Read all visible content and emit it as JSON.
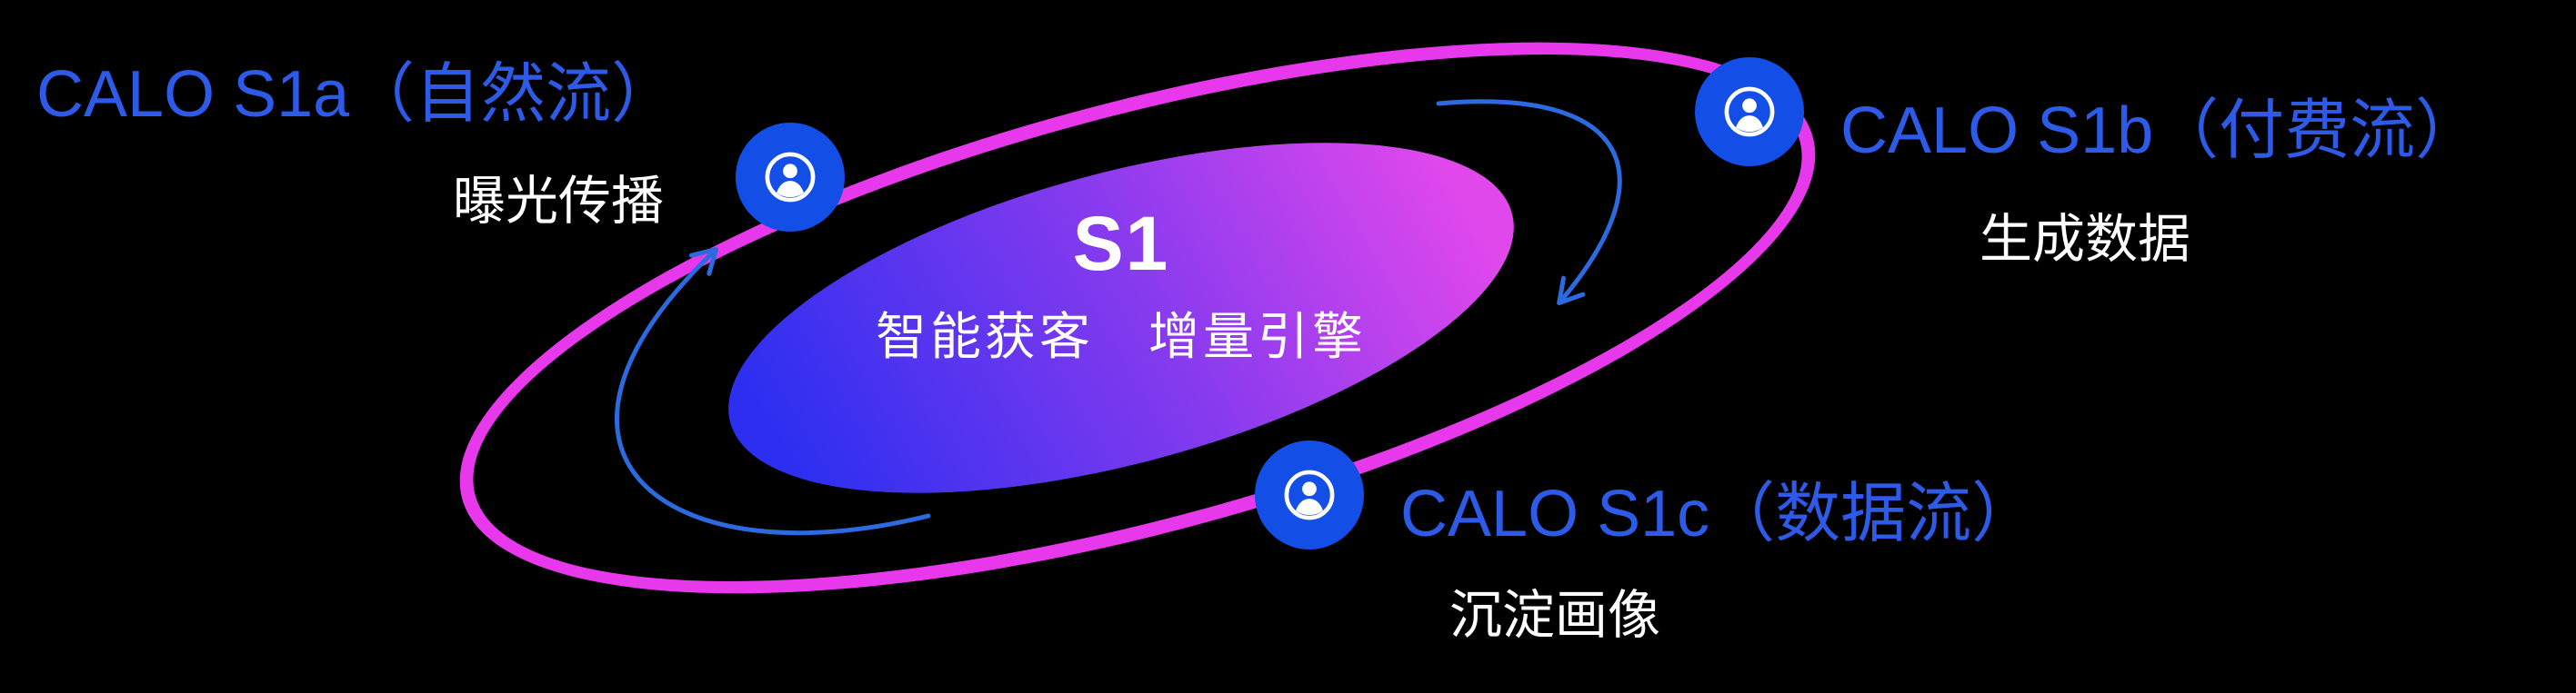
{
  "background_color": "#000000",
  "core": {
    "title": "S1",
    "subtitle": "智能获客　增量引擎"
  },
  "nodes": [
    {
      "id": "s1a",
      "title": "CALO S1a（自然流）",
      "subtitle": "曝光传播",
      "icon": "user-icon"
    },
    {
      "id": "s1b",
      "title": "CALO S1b（付费流）",
      "subtitle": "生成数据",
      "icon": "user-icon"
    },
    {
      "id": "s1c",
      "title": "CALO S1c（数据流）",
      "subtitle": "沉淀画像",
      "icon": "user-icon"
    }
  ],
  "colors": {
    "orbit_ring": "#e838ec",
    "core_gradient_start": "#2c2ff0",
    "core_gradient_end": "#e148ec",
    "node_title_blue": "#2d5be8",
    "node_subtitle_white": "#ffffff",
    "icon_background_blue": "#134fe6",
    "icon_glyph_white": "#ffffff",
    "arrow_blue": "#2b6adf",
    "background_black": "#000000"
  }
}
